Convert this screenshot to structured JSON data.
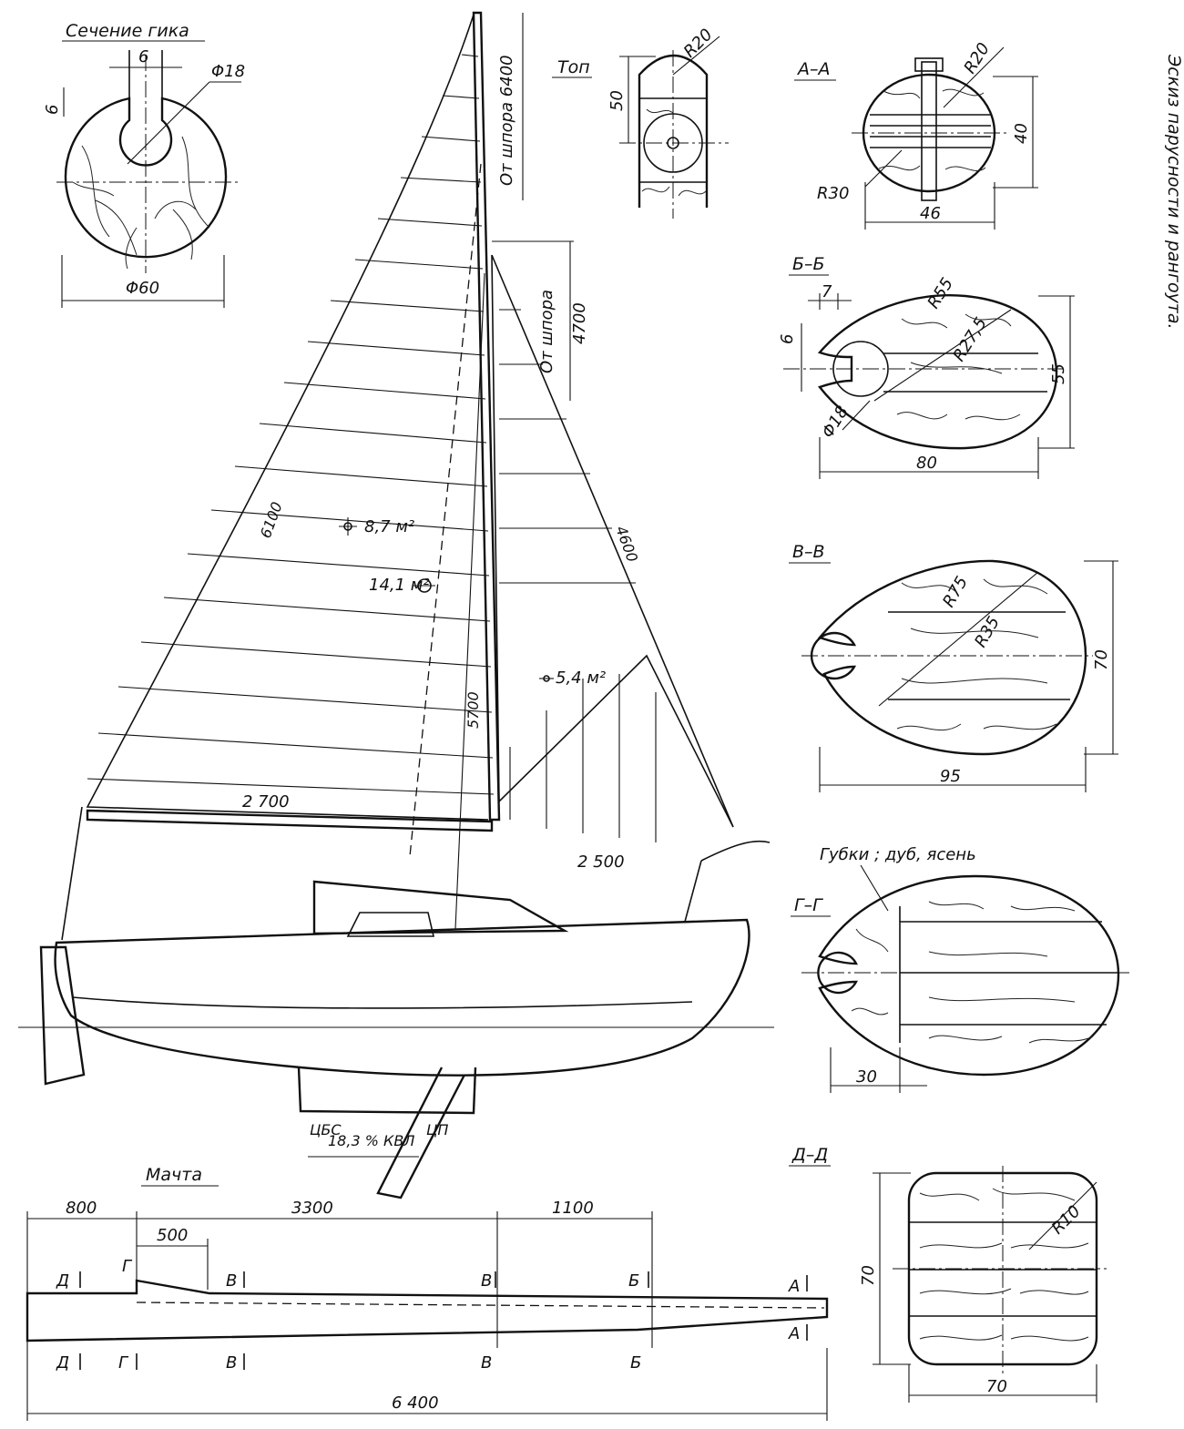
{
  "side_caption": "Эскиз парусности и рангоута.",
  "sections": {
    "boom_section": {
      "title": "Сечение гика",
      "slot_width": "6",
      "slot_depth": "6",
      "bore": "Φ18",
      "diameter": "Φ60"
    },
    "top": {
      "title": "Топ",
      "radius": "R20",
      "height": "50"
    },
    "aa": {
      "title": "А–А",
      "radius_a": "R20",
      "radius_b": "R30",
      "height": "40",
      "width": "46"
    },
    "bb": {
      "title": "Б–Б",
      "slot": "7",
      "slot_depth": "6",
      "radius_a": "R55",
      "radius_b": "R27,5",
      "bore": "Φ18",
      "height": "55",
      "width": "80"
    },
    "vv": {
      "title": "В–В",
      "radius_a": "R75",
      "radius_b": "R35",
      "height": "70",
      "width": "95"
    },
    "gg": {
      "title": "Г–Г",
      "note": "Губки ; дуб, ясень",
      "width": "30"
    },
    "dd": {
      "title": "Д–Д",
      "radius": "R10",
      "height": "70",
      "width": "70"
    }
  },
  "sail_plan": {
    "mast_height": "От шпора 6400",
    "forestay_height_a": "От шпора",
    "forestay_height_b": "4700",
    "luff": "6100",
    "forestay": "4600",
    "mast_len": "5700",
    "boom": "2 700",
    "foot": "2 500",
    "main_area": "8,7 м²",
    "total_area": "14,1 м²",
    "jib_area": "5,4 м²",
    "cbs": "ЦБС",
    "lead": "18,3 % КВЛ",
    "clr": "ЦП"
  },
  "mast": {
    "title": "Мачта",
    "dim_800": "800",
    "dim_3300": "3300",
    "dim_1100": "1100",
    "dim_500": "500",
    "dim_total": "6 400",
    "marks": {
      "d": "Д",
      "g": "Г",
      "v": "В",
      "b": "Б",
      "a": "А"
    }
  }
}
